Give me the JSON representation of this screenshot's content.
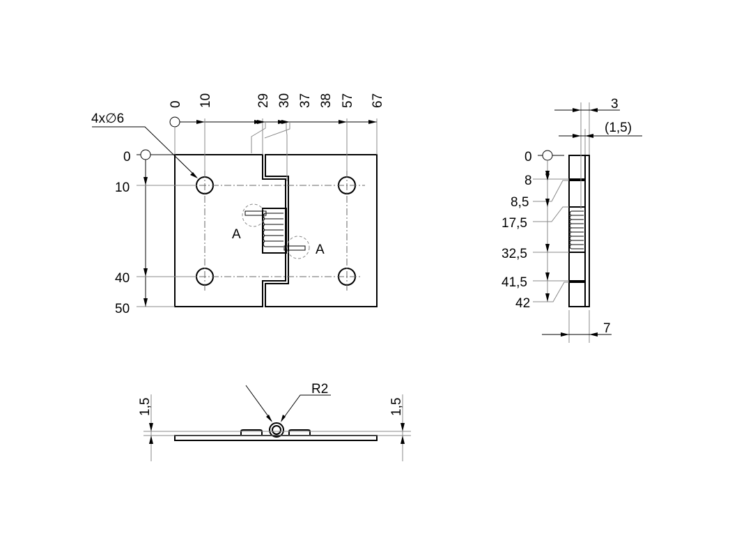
{
  "front_view": {
    "top_ordinates": [
      "0",
      "10",
      "29",
      "30",
      "37",
      "38",
      "57",
      "67"
    ],
    "left_ordinates": [
      "0",
      "10",
      "40",
      "50"
    ],
    "hole_callout": "4x∅6",
    "detail_labels": [
      "A",
      "A"
    ]
  },
  "side_view": {
    "left_ordinates": [
      "0",
      "8",
      "8,5",
      "17,5",
      "32,5",
      "41,5",
      "42"
    ],
    "top_dims": [
      "3",
      "(1,5)"
    ],
    "bottom_dim": "7"
  },
  "bottom_view": {
    "radius_label": "R2",
    "thickness_left": "1,5",
    "thickness_right": "1,5"
  }
}
